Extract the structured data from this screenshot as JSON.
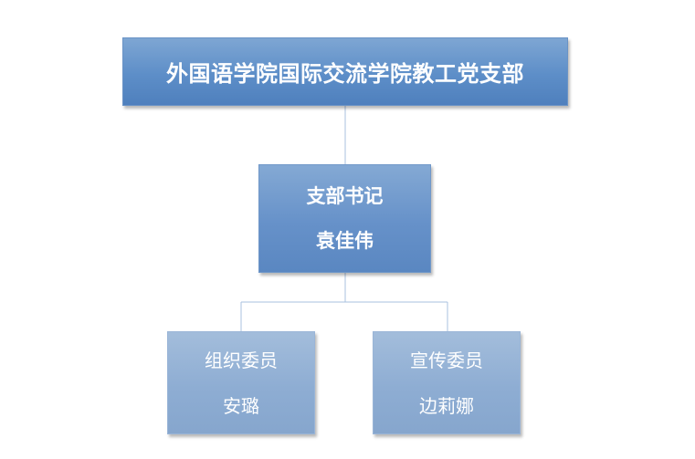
{
  "org_chart": {
    "root": {
      "title": "外国语学院国际交流学院教工党支部"
    },
    "secretary": {
      "role": "支部书记",
      "name": "袁佳伟"
    },
    "members": [
      {
        "role": "组织委员",
        "name": "安璐"
      },
      {
        "role": "宣传委员",
        "name": "边莉娜"
      }
    ],
    "colors": {
      "root_fill": "#5d8ec8",
      "secretary_fill": "#6691c9",
      "member_fill": "#8eadd3",
      "connector": "#a9c1df",
      "text": "#ffffff"
    }
  }
}
